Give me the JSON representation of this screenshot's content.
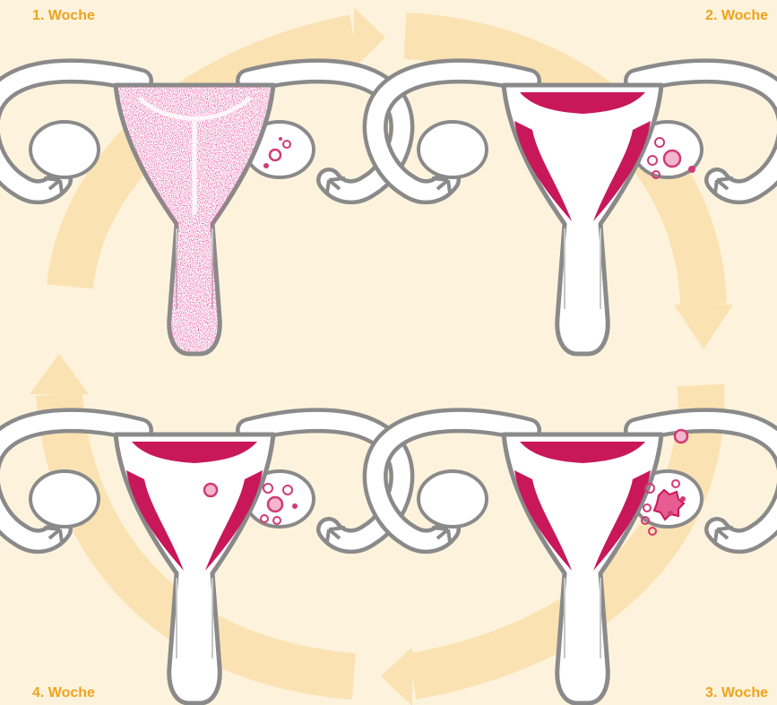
{
  "weeks": [
    {
      "id": "w1",
      "label": "1. Woche",
      "stage": "menstruation"
    },
    {
      "id": "w2",
      "label": "2. Woche",
      "stage": "follicle-growth"
    },
    {
      "id": "w3",
      "label": "3. Woche",
      "stage": "ovulation"
    },
    {
      "id": "w4",
      "label": "4. Woche",
      "stage": "implantation"
    }
  ],
  "colors": {
    "background": "#fdf3dc",
    "cycle_arrow": "#fbe2b3",
    "label": "#f0a21c",
    "outline": "#8a8a8a",
    "endometrium": "#c8185a",
    "follicle": "#d23a74"
  },
  "icons": {
    "cycle": "cycle-arrow-ring"
  }
}
